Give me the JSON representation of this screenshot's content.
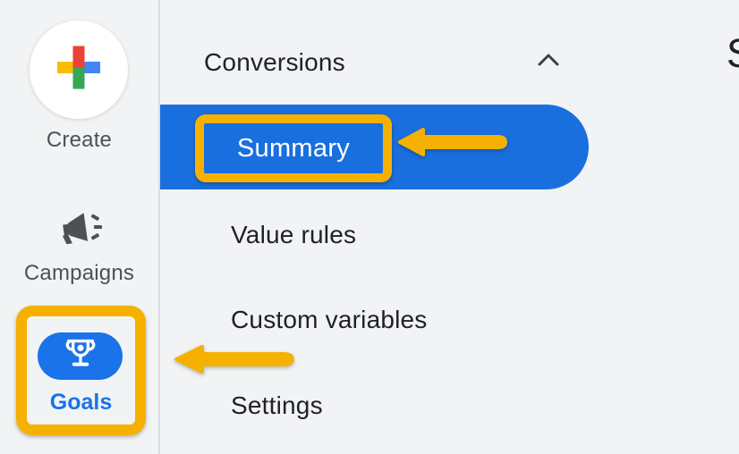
{
  "colors": {
    "background": "#F1F3F4",
    "divider": "#DADCE0",
    "blue": "#1A6FDE",
    "accent_yellow": "#F6B100",
    "text_dark": "#202124",
    "text_gray": "#4D5156",
    "goals_blue": "#1A73E8"
  },
  "sidebar": {
    "items": [
      {
        "label": "Create",
        "icon": "google-plus-icon",
        "active": false
      },
      {
        "label": "Campaigns",
        "icon": "megaphone-icon",
        "active": false
      },
      {
        "label": "Goals",
        "icon": "trophy-icon",
        "active": true,
        "annotated": true
      }
    ]
  },
  "submenu": {
    "header": {
      "label": "Conversions",
      "state_icon": "chevron-up-icon",
      "expanded": true
    },
    "items": [
      {
        "label": "Summary",
        "active": true,
        "annotated": true
      },
      {
        "label": "Value rules",
        "active": false
      },
      {
        "label": "Custom variables",
        "active": false
      },
      {
        "label": "Settings",
        "active": false
      }
    ]
  },
  "content": {
    "title_partial": "S"
  },
  "annotations": {
    "arrows": [
      {
        "name": "arrow-to-summary",
        "points_to": "Summary"
      },
      {
        "name": "arrow-to-goals",
        "points_to": "Goals"
      }
    ],
    "boxes": [
      {
        "name": "box-around-summary"
      },
      {
        "name": "box-around-goals"
      }
    ]
  }
}
